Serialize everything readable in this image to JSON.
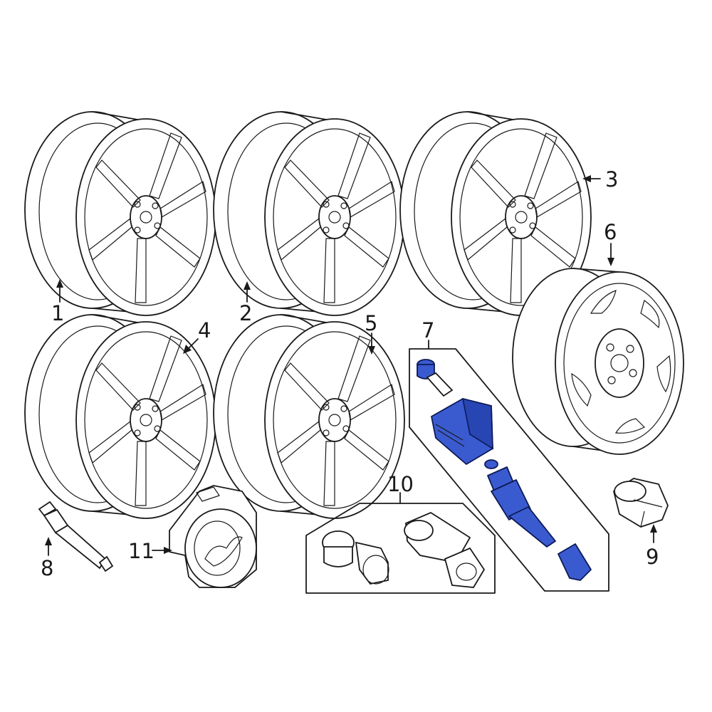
{
  "diagram": {
    "callouts": [
      {
        "id": "1",
        "label": "1"
      },
      {
        "id": "2",
        "label": "2"
      },
      {
        "id": "3",
        "label": "3"
      },
      {
        "id": "4",
        "label": "4"
      },
      {
        "id": "5",
        "label": "5"
      },
      {
        "id": "6",
        "label": "6"
      },
      {
        "id": "7",
        "label": "7"
      },
      {
        "id": "8",
        "label": "8"
      },
      {
        "id": "9",
        "label": "9"
      },
      {
        "id": "10",
        "label": "10"
      },
      {
        "id": "11",
        "label": "11"
      }
    ],
    "highlight_color": "#3a5bd0",
    "line_color": "#1a1a1a"
  }
}
